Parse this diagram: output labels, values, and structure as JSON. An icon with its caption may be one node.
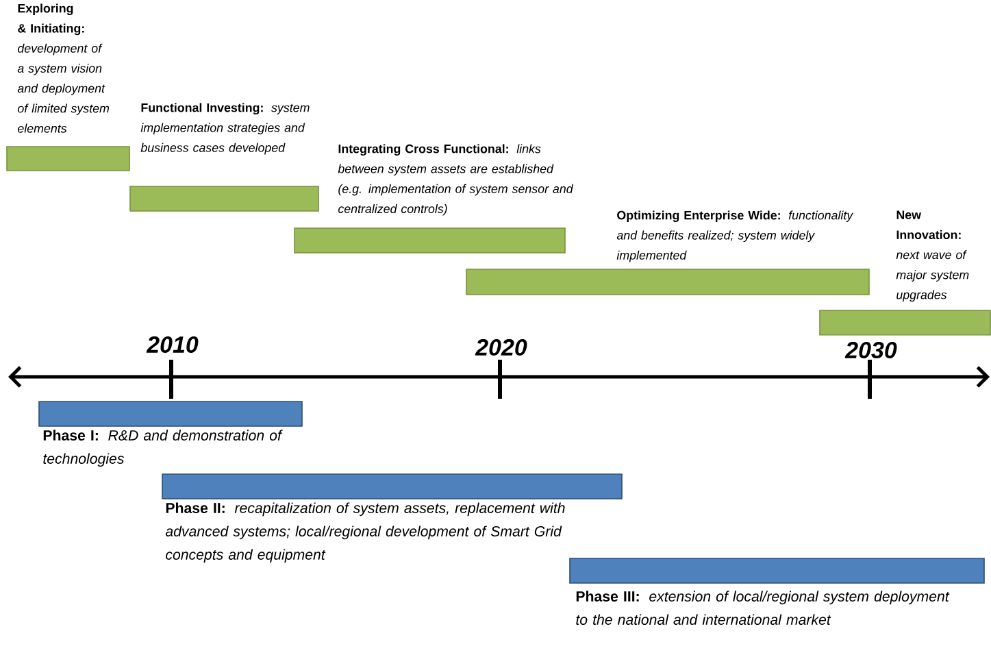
{
  "diagram": {
    "nodes": [
      {
        "text": [
          "Exploring & Initiating:",
          "development of a system vision and deployment of limited system elements"
        ]
      },
      {
        "text": [
          "Functional Investing:",
          "system implementation strategies and business cases developed"
        ]
      },
      {
        "text": [
          "Integrating Cross Functional:",
          "links between system assets are established (e.g. implementation of system sensor and centralized controls)"
        ]
      },
      {
        "text": [
          "Optimizing Enterprise Wide:",
          "functionality and benefits realized; system widely implemented"
        ]
      },
      {
        "text": [
          "New Innovation:",
          "next wave of major system upgrades"
        ]
      },
      {
        "text": [
          "Phase I:",
          "R&D and demonstration of technologies"
        ]
      },
      {
        "text": [
          "Phase II:",
          "recapitalization of system assets, replacement with advanced systems; local/regional development of Smart Grid concepts and equipment"
        ]
      },
      {
        "text": [
          "Phase III:",
          "extension of local/regional system deployment to the national and international market"
        ]
      }
    ],
    "labels": [
      "2010",
      "2020",
      "2030"
    ]
  }
}
